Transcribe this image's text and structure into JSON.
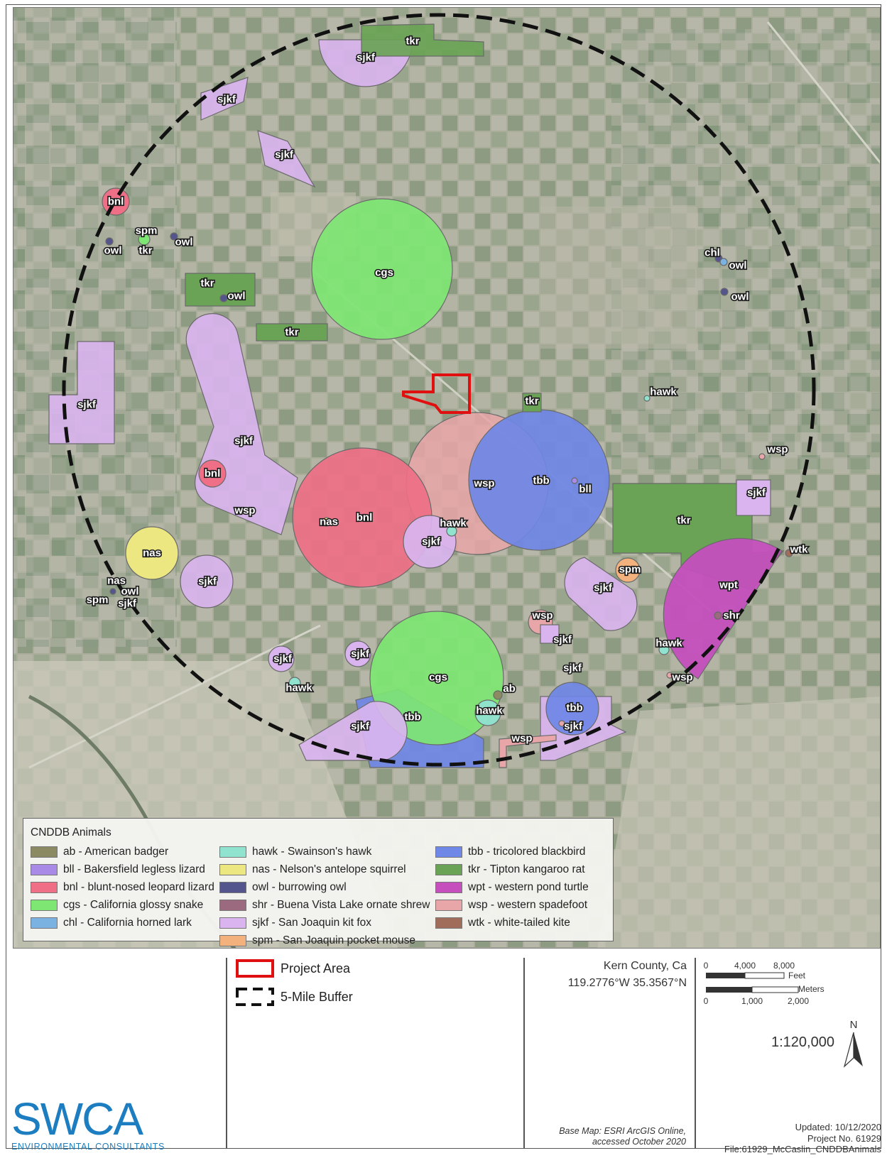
{
  "legend": {
    "title": "CNDDB Animals",
    "items": [
      {
        "label": "ab - American badger",
        "color": "#8c8a62"
      },
      {
        "label": "bll - Bakersfield legless lizard",
        "color": "#a98ae6"
      },
      {
        "label": "bnl - blunt-nosed leopard lizard",
        "color": "#ee6f86"
      },
      {
        "label": "cgs - California glossy snake",
        "color": "#7ee673"
      },
      {
        "label": "chl - California horned lark",
        "color": "#7ab2e2"
      },
      {
        "label": "hawk - Swainson's hawk",
        "color": "#8fe3cf"
      },
      {
        "label": "nas - Nelson's antelope squirrel",
        "color": "#ece780"
      },
      {
        "label": "owl - burrowing owl",
        "color": "#55558e"
      },
      {
        "label": "shr - Buena Vista Lake ornate shrew",
        "color": "#9c6a7e"
      },
      {
        "label": "sjkf - San Joaquin kit fox",
        "color": "#d9b4ef"
      },
      {
        "label": "spm - San Joaquin pocket mouse",
        "color": "#f3b27d"
      },
      {
        "label": "tbb - tricolored blackbird",
        "color": "#6f87e6"
      },
      {
        "label": "tkr - Tipton kangaroo rat",
        "color": "#6aa356"
      },
      {
        "label": "wpt - western pond turtle",
        "color": "#c44fbd"
      },
      {
        "label": "wsp - western spadefoot",
        "color": "#e9a6a8"
      },
      {
        "label": "wtk - white-tailed kite",
        "color": "#a06d5a"
      }
    ]
  },
  "map_labels": {
    "tkr": "tkr",
    "sjkf": "sjkf",
    "bnl": "bnl",
    "spm": "spm",
    "owl": "owl",
    "cgs": "cgs",
    "chl": "chl",
    "hawk": "hawk",
    "wsp": "wsp",
    "tbb": "tbb",
    "bll": "bll",
    "nas": "nas",
    "wpt": "wpt",
    "shr": "shr",
    "wtk": "wtk",
    "ab": "ab"
  },
  "key": {
    "project_area": "Project Area",
    "buffer": "5-Mile Buffer"
  },
  "location": {
    "county": "Kern County, Ca",
    "coords": "119.2776°W 35.3567°N"
  },
  "scale": {
    "feet_ticks": [
      "0",
      "4,000",
      "8,000"
    ],
    "feet_unit": "Feet",
    "meter_ticks": [
      "0",
      "1,000",
      "2,000"
    ],
    "meter_unit": "Meters",
    "ratio": "1:120,000",
    "north": "N"
  },
  "credits": {
    "basemap_line1": "Base Map: ESRI ArcGIS Online,",
    "basemap_line2": "accessed October 2020",
    "updated": "Updated: 10/12/2020",
    "project_no": "Project No. 61929",
    "file": "File:61929_McCaslin_CNDDBAnimals"
  },
  "logo": {
    "name": "SWCA",
    "tagline": "ENVIRONMENTAL CONSULTANTS"
  },
  "colors": {
    "project_outline": "#e01010",
    "buffer": "#111111",
    "logo_blue": "#1c7dc0"
  }
}
